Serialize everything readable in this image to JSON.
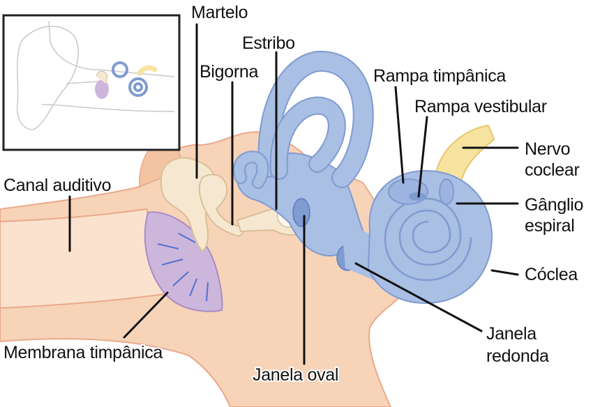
{
  "labels": {
    "martelo": "Martelo",
    "estribo": "Estribo",
    "bigorna": "Bigorna",
    "rampa_timpanica": "Rampa timpânica",
    "rampa_vestibular": "Rampa vestibular",
    "nervo_coclear_1": "Nervo",
    "nervo_coclear_2": "coclear",
    "canal_auditivo": "Canal auditivo",
    "ganglio_espiral_1": "Gânglio",
    "ganglio_espiral_2": "espiral",
    "coclea": "Cóclea",
    "janela_redonda_1": "Janela",
    "janela_redonda_2": "redonda",
    "membrana_timpanica": "Membrana timpânica",
    "janela_oval": "Janela oval"
  },
  "colors": {
    "skin": "#f7d3b8",
    "skin_outline": "#e9a98a",
    "bone": "#f6e8d0",
    "labyrinth": "#a9bfe3",
    "labyrinth_dark": "#7f9bd0",
    "membrane": "#cdb6dc",
    "nerve": "#f7e3a0"
  }
}
